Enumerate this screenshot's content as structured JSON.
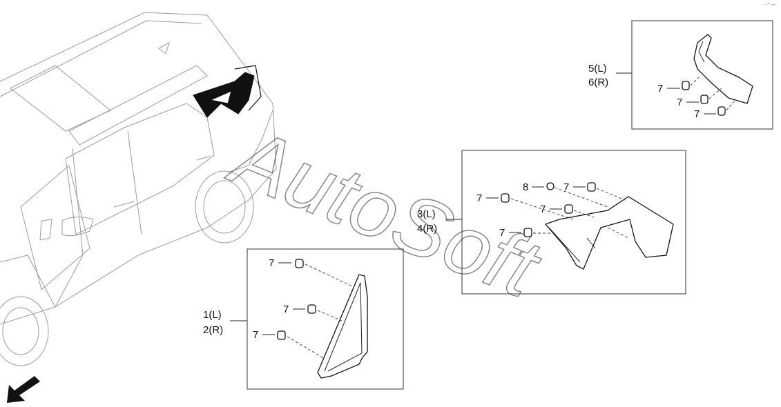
{
  "watermark": "AutoSoft",
  "corner_mark": "-° ---",
  "groups": {
    "top_right": {
      "labels": [
        "5(L)",
        "6(R)"
      ],
      "fasteners": [
        "7",
        "7",
        "7"
      ]
    },
    "middle_right": {
      "labels": [
        "3(L)",
        "4(R)"
      ],
      "fasteners": [
        "7",
        "7",
        "7",
        "7"
      ],
      "extra": "8"
    },
    "bottom_center": {
      "labels": [
        "1(L)",
        "2(R)"
      ],
      "fasteners": [
        "7",
        "7",
        "7"
      ]
    }
  },
  "icons": {
    "direction": "arrow-down-left-icon",
    "fastener": "clip-icon"
  }
}
